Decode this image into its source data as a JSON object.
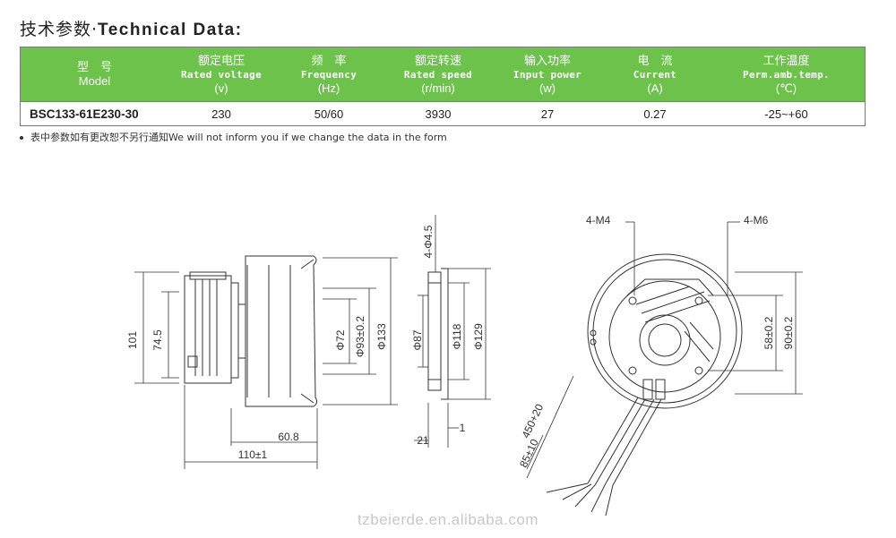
{
  "title": {
    "cn": "技术参数·",
    "en": "Technical Data:"
  },
  "table": {
    "headers": [
      {
        "cn": "型　号",
        "en": "",
        "unit": "Model"
      },
      {
        "cn": "额定电压",
        "en": "Rated voltage",
        "unit": "(v)"
      },
      {
        "cn": "频　率",
        "en": "Frequency",
        "unit": "(Hz)"
      },
      {
        "cn": "额定转速",
        "en": "Rated speed",
        "unit": "(r/min)"
      },
      {
        "cn": "输入功率",
        "en": "Input power",
        "unit": "(w)"
      },
      {
        "cn": "电　流",
        "en": "Current",
        "unit": "(A)"
      },
      {
        "cn": "工作温度",
        "en": "Perm.amb.temp.",
        "unit": "(℃)"
      }
    ],
    "row": [
      "BSC133-61E230-30",
      "230",
      "50/60",
      "3930",
      "27",
      "0.27",
      "-25~+60"
    ],
    "header_color": "#6cc24a"
  },
  "note": "表中参数如有更改恕不另行通知We will not inform you if we change the data in the form",
  "dimensions": {
    "side_height_101": "101",
    "side_height_74_5": "74.5",
    "dia_72": "Φ72",
    "dia_93": "Φ93±0.2",
    "dia_133": "Φ133",
    "width_60_8": "60.8",
    "width_110": "110±1",
    "holes_4_5": "4-Φ4.5",
    "dia_87": "Φ87",
    "dia_118": "Φ118",
    "dia_129": "Φ129",
    "thk_21": "21",
    "thk_1": "1",
    "m4": "4-M4",
    "m6": "4-M6",
    "pitch_58": "58±0.2",
    "pitch_90": "90±0.2",
    "cable_450": "450+20",
    "cable_85": "85±10"
  },
  "watermark": "tzbeierde.en.alibaba.com"
}
